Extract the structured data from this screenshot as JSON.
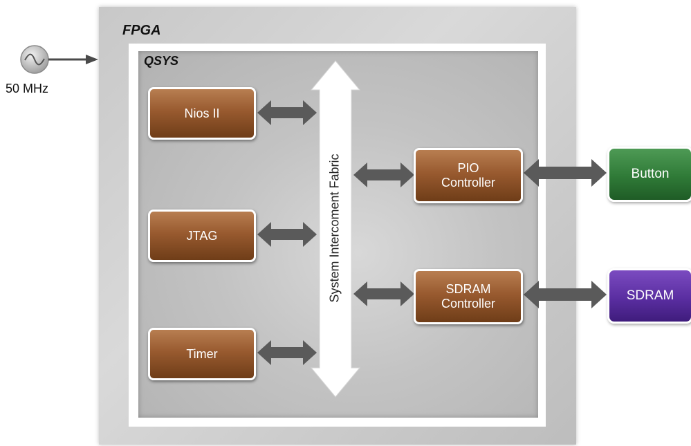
{
  "clock": {
    "label": "50 MHz"
  },
  "fpga": {
    "title": "FPGA"
  },
  "qsys": {
    "title": "QSYS"
  },
  "bus": {
    "label": "System Intercoment Fabric"
  },
  "modules": {
    "nios": "Nios II",
    "jtag": "JTAG",
    "timer": "Timer",
    "pio_line1": "PIO",
    "pio_line2": "Controller",
    "sdram_ctrl_line1": "SDRAM",
    "sdram_ctrl_line2": "Controller"
  },
  "external": {
    "button": "Button",
    "sdram": "SDRAM"
  },
  "colors": {
    "module_brown": "#985a2f",
    "button_green": "#2f7a37",
    "sdram_purple": "#5a2ea1",
    "arrow_gray": "#5a5a5a"
  }
}
